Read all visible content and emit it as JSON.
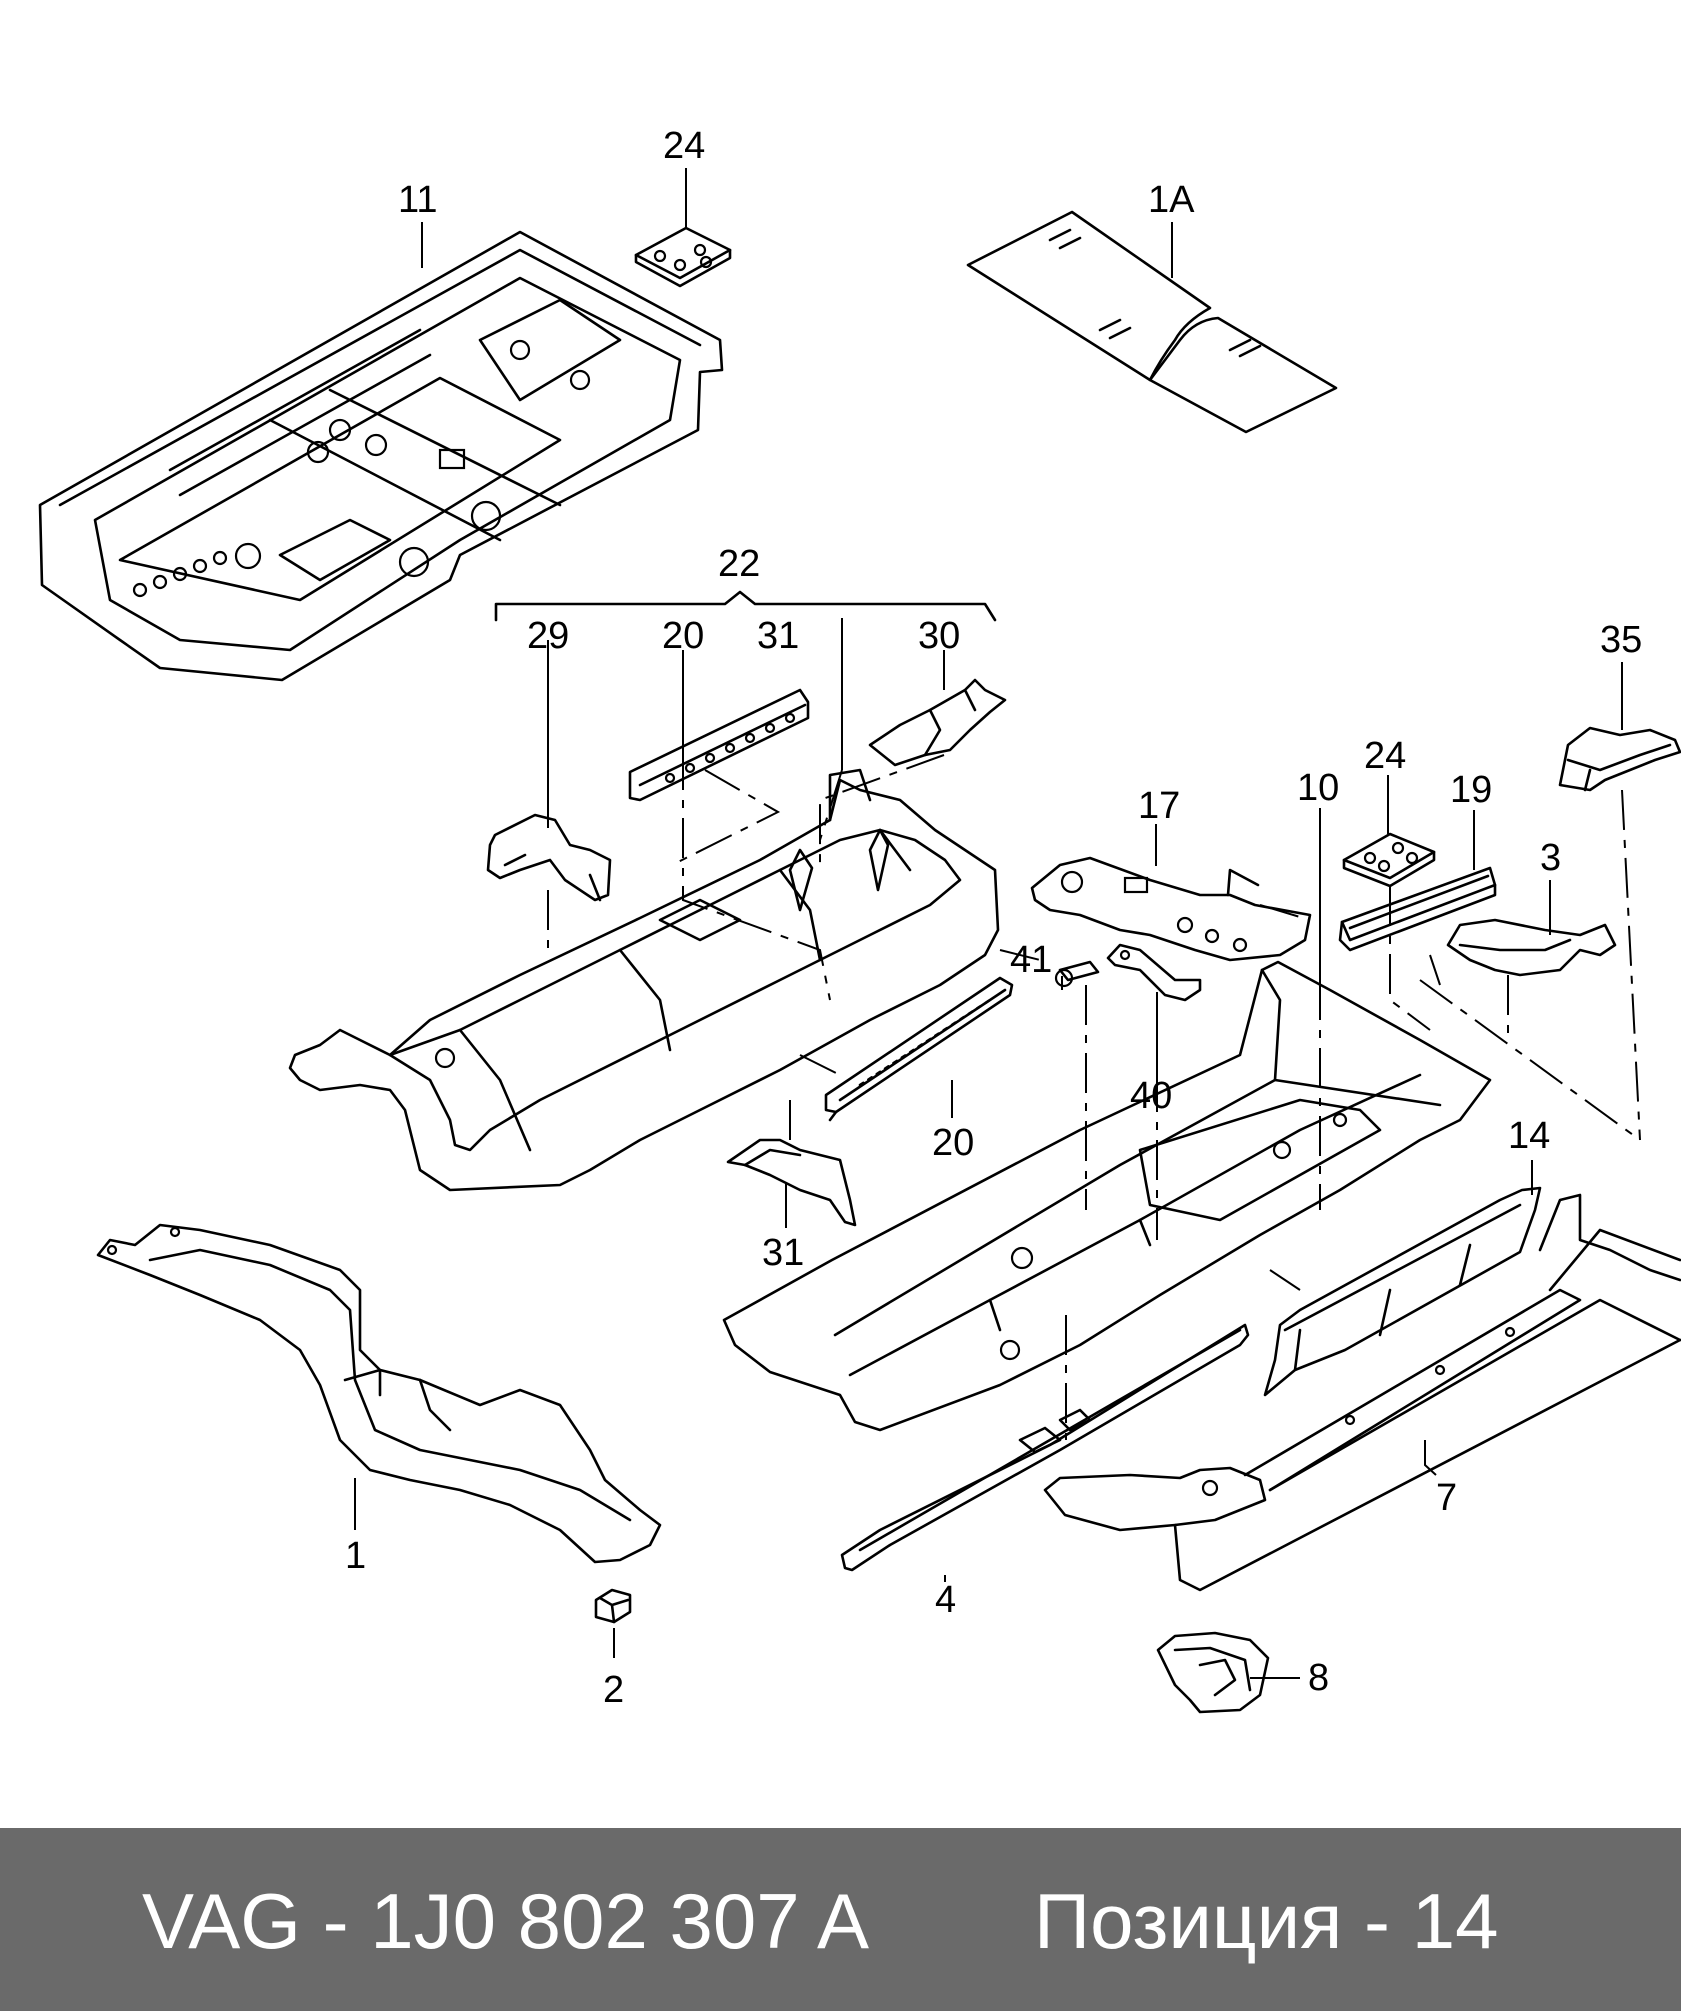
{
  "callouts": {
    "c11": "11",
    "c24a": "24",
    "c1A": "1A",
    "c22": "22",
    "c29": "29",
    "c20a": "20",
    "c31a": "31",
    "c30": "30",
    "c35": "35",
    "c17": "17",
    "c10": "10",
    "c24b": "24",
    "c19": "19",
    "c3": "3",
    "c41": "41",
    "c40": "40",
    "c20b": "20",
    "c31b": "31",
    "c14": "14",
    "c1": "1",
    "c2": "2",
    "c4": "4",
    "c7": "7",
    "c8": "8"
  },
  "footer": {
    "part_number": "VAG - 1J0 802 307 A",
    "position": "Позиция - 14"
  },
  "colors": {
    "footer_bg": "#6a6a6a",
    "footer_text": "#ffffff",
    "line": "#000000"
  }
}
